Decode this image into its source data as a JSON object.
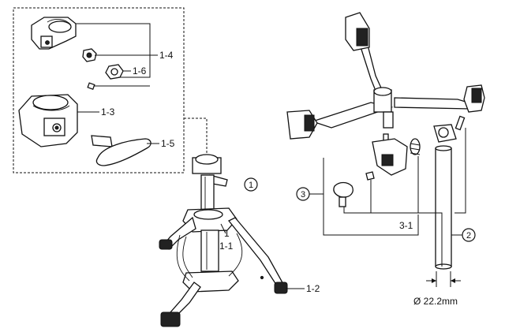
{
  "labels": {
    "l1_4": "1-4",
    "l1_6": "1-6",
    "l1_3": "1-3",
    "l1_5": "1-5",
    "l1": "1",
    "l1_1": "1-1",
    "l1_2": "1-2",
    "l3_1": "3-1",
    "diameter": "Ø 22.2mm",
    "circ1": "1",
    "circ2": "2",
    "circ3": "3"
  }
}
